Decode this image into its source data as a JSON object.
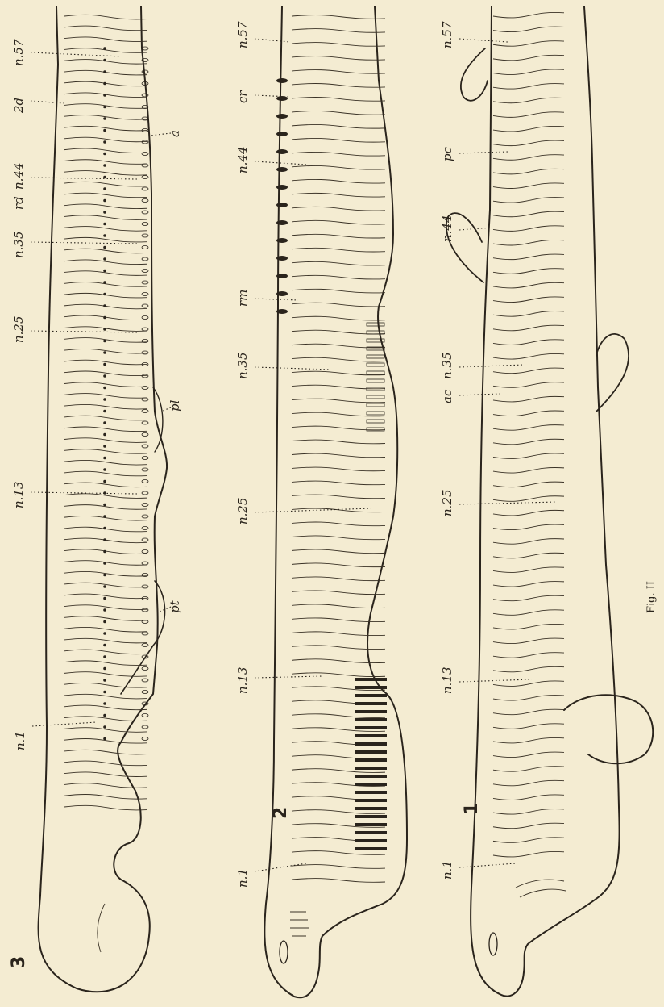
{
  "figure_numbers": {
    "fig1": "1",
    "fig2": "2",
    "fig3": "3"
  },
  "fig3_labels": {
    "n1": "n.1",
    "n13": "n.13",
    "n25": "n.25",
    "n35": "n.35",
    "n44": "n.44",
    "n57": "n.57",
    "rd": "rd",
    "zd": "2d",
    "a": "a",
    "pl": "pl",
    "pt": "pt"
  },
  "fig2_labels": {
    "n1": "n.1",
    "n13": "n.13",
    "n25": "n.25",
    "n35": "n.35",
    "n44": "n.44",
    "n57": "n.57",
    "rm": "rm",
    "cr": "cr"
  },
  "fig1_labels": {
    "n1": "n.1",
    "n13": "n.13",
    "n25": "n.25",
    "n35": "n.35",
    "n44": "n.44",
    "n57": "n.57",
    "ac": "ac",
    "pc": "pc"
  },
  "caption": "Fig. II",
  "colors": {
    "paper": "#f4ecd2",
    "ink": "#2a241c"
  }
}
